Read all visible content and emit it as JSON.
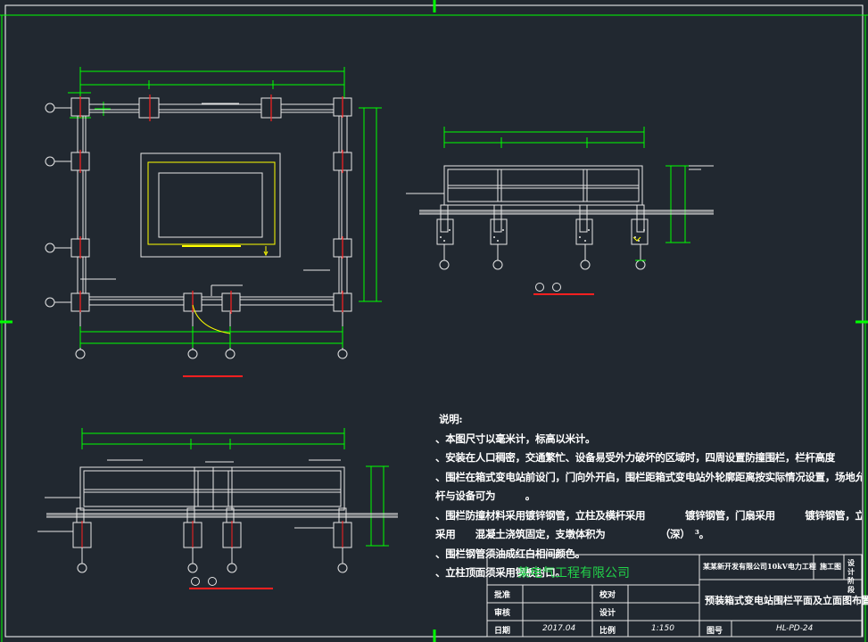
{
  "drawing": {
    "colors": {
      "background": "#212830",
      "border": "#00ff00",
      "line": "#e6e6e6",
      "red": "#ff2020",
      "yellow": "#ffff00",
      "dimension": "#00ff00"
    },
    "notes": {
      "title": "说明:",
      "items": [
        "、本图尺寸以毫米计，标高以米计。",
        "、安装在人口稠密，交通繁忙、设备易受外力破坏的区域时，四周设置防撞围栏，栏杆高度　　　。",
        "、围栏在箱式变电站前设门，门向外开启，围栏距箱式变电站外轮廓距离按实际情况设置，场地允许时，栏",
        "杆与设备可为　　　。",
        "、围栏防撞材料采用镀锌钢管，立柱及横杆采用　　　　镀锌钢管，门扇采用　　　镀锌钢管，立柱支墩",
        "采用　　混凝土浇筑固定，支墩体积为　　　　　　（深）　³。",
        "、围栏钢管须油成红白相间颜色。",
        "、立柱顶面须采用钢板封口。"
      ]
    },
    "title_block": {
      "company": "某电气工程有限公司",
      "project": "某某新开发有限公司10kV电力工程",
      "design_stage_label": "设计阶段",
      "construction_label": "施工图",
      "drawing_title": "预装箱式变电站围栏平面及立面图布置图",
      "approve_label": "批准",
      "check_label": "校对",
      "review_label": "审核",
      "design_label": "设计",
      "date_label": "日期",
      "date_value": "2017.04",
      "scale_label": "比例",
      "scale_value": "1:150",
      "drawing_no_label": "图号",
      "drawing_no_value": "HL-PD-24"
    }
  }
}
